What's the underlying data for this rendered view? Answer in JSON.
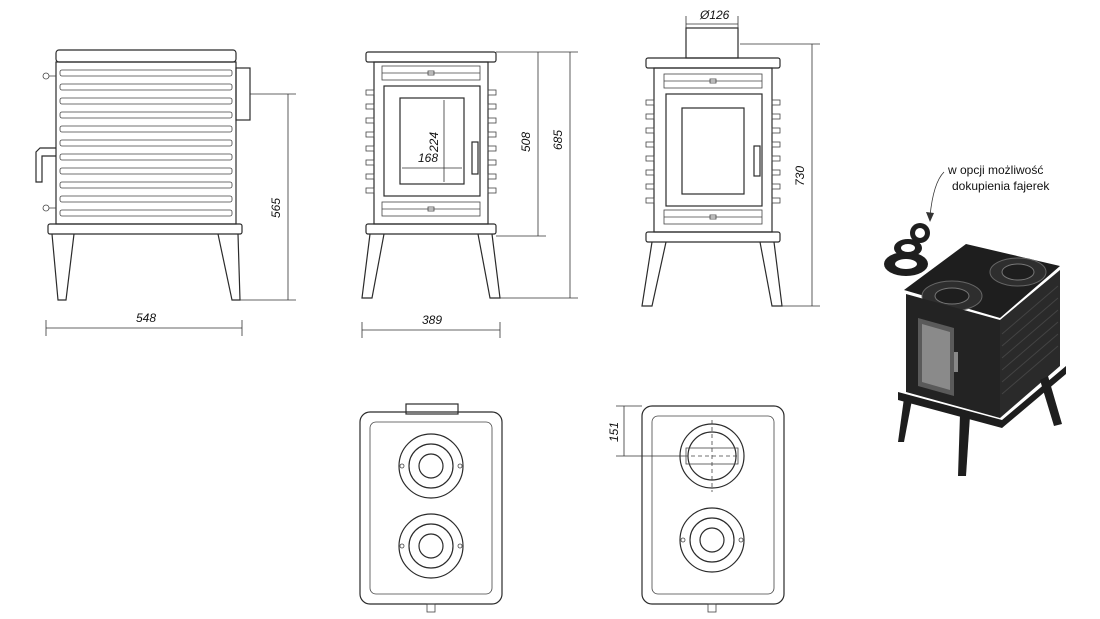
{
  "dimensions": {
    "side_width": "548",
    "side_height": "565",
    "front_width": "389",
    "door_glass_width": "168",
    "door_glass_height": "224",
    "door_height": "508",
    "front_height": "685",
    "flue_diameter": "Ø126",
    "back_height": "730",
    "top_flue_offset": "151"
  },
  "note": {
    "line1": "w opcji możliwość",
    "line2": "dokupienia fajerek"
  },
  "colors": {
    "line": "#2b2b2b",
    "stove_body": "#1e1e1e"
  }
}
